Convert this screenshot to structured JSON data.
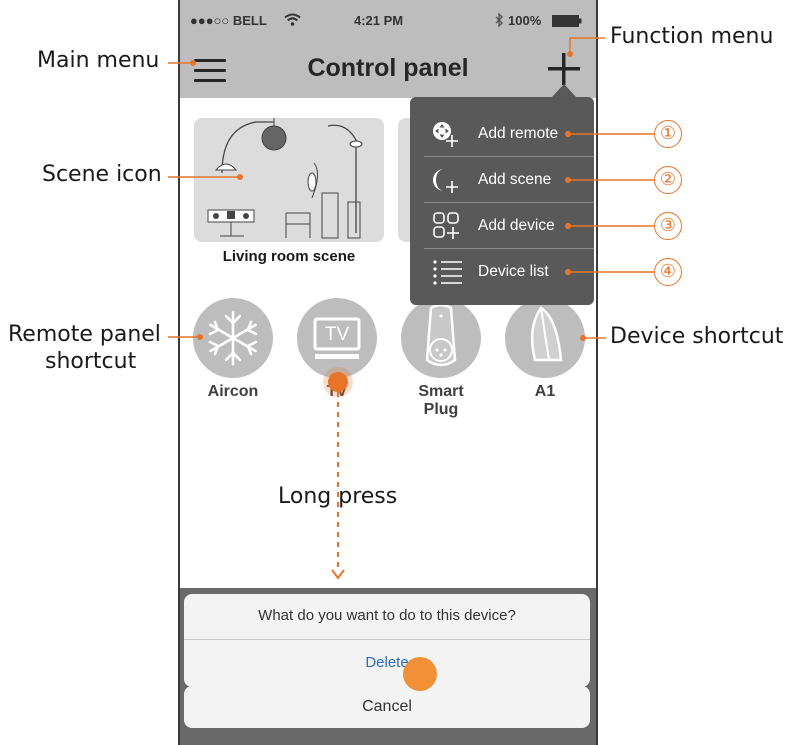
{
  "status_bar": {
    "carrier": "●●●○○ BELL",
    "time": "4:21 PM",
    "battery": "100%"
  },
  "header": {
    "title": "Control panel",
    "menu_icon": "hamburger-icon",
    "add_icon": "plus-icon"
  },
  "scenes": [
    {
      "label": "Living room scene"
    }
  ],
  "devices": [
    {
      "label": "Aircon",
      "icon": "snowflake-icon"
    },
    {
      "label": "TV",
      "icon": "tv-icon",
      "icon_text": "TV"
    },
    {
      "label": "Smart Plug",
      "icon": "smart-plug-icon"
    },
    {
      "label": "A1",
      "icon": "a1-sensor-icon"
    }
  ],
  "function_menu": {
    "items": [
      {
        "label": "Add remote",
        "icon": "add-remote-icon"
      },
      {
        "label": "Add scene",
        "icon": "add-scene-icon"
      },
      {
        "label": "Add device",
        "icon": "add-device-icon"
      },
      {
        "label": "Device list",
        "icon": "device-list-icon"
      }
    ]
  },
  "action_sheet": {
    "question": "What do you want to do to this device?",
    "delete_label": "Delete",
    "cancel_label": "Cancel"
  },
  "annotations": {
    "main_menu": "Main menu",
    "function_menu": "Function menu",
    "scene_icon": "Scene icon",
    "remote_panel_1": "Remote panel",
    "remote_panel_2": "shortcut",
    "device_shortcut": "Device shortcut",
    "long_press": "Long press",
    "numbers": [
      "①",
      "②",
      "③",
      "④"
    ]
  },
  "colors": {
    "accent": "#e8742a",
    "bar": "#bdbdbd",
    "menu": "#595959",
    "delete": "#2a6fb8"
  }
}
